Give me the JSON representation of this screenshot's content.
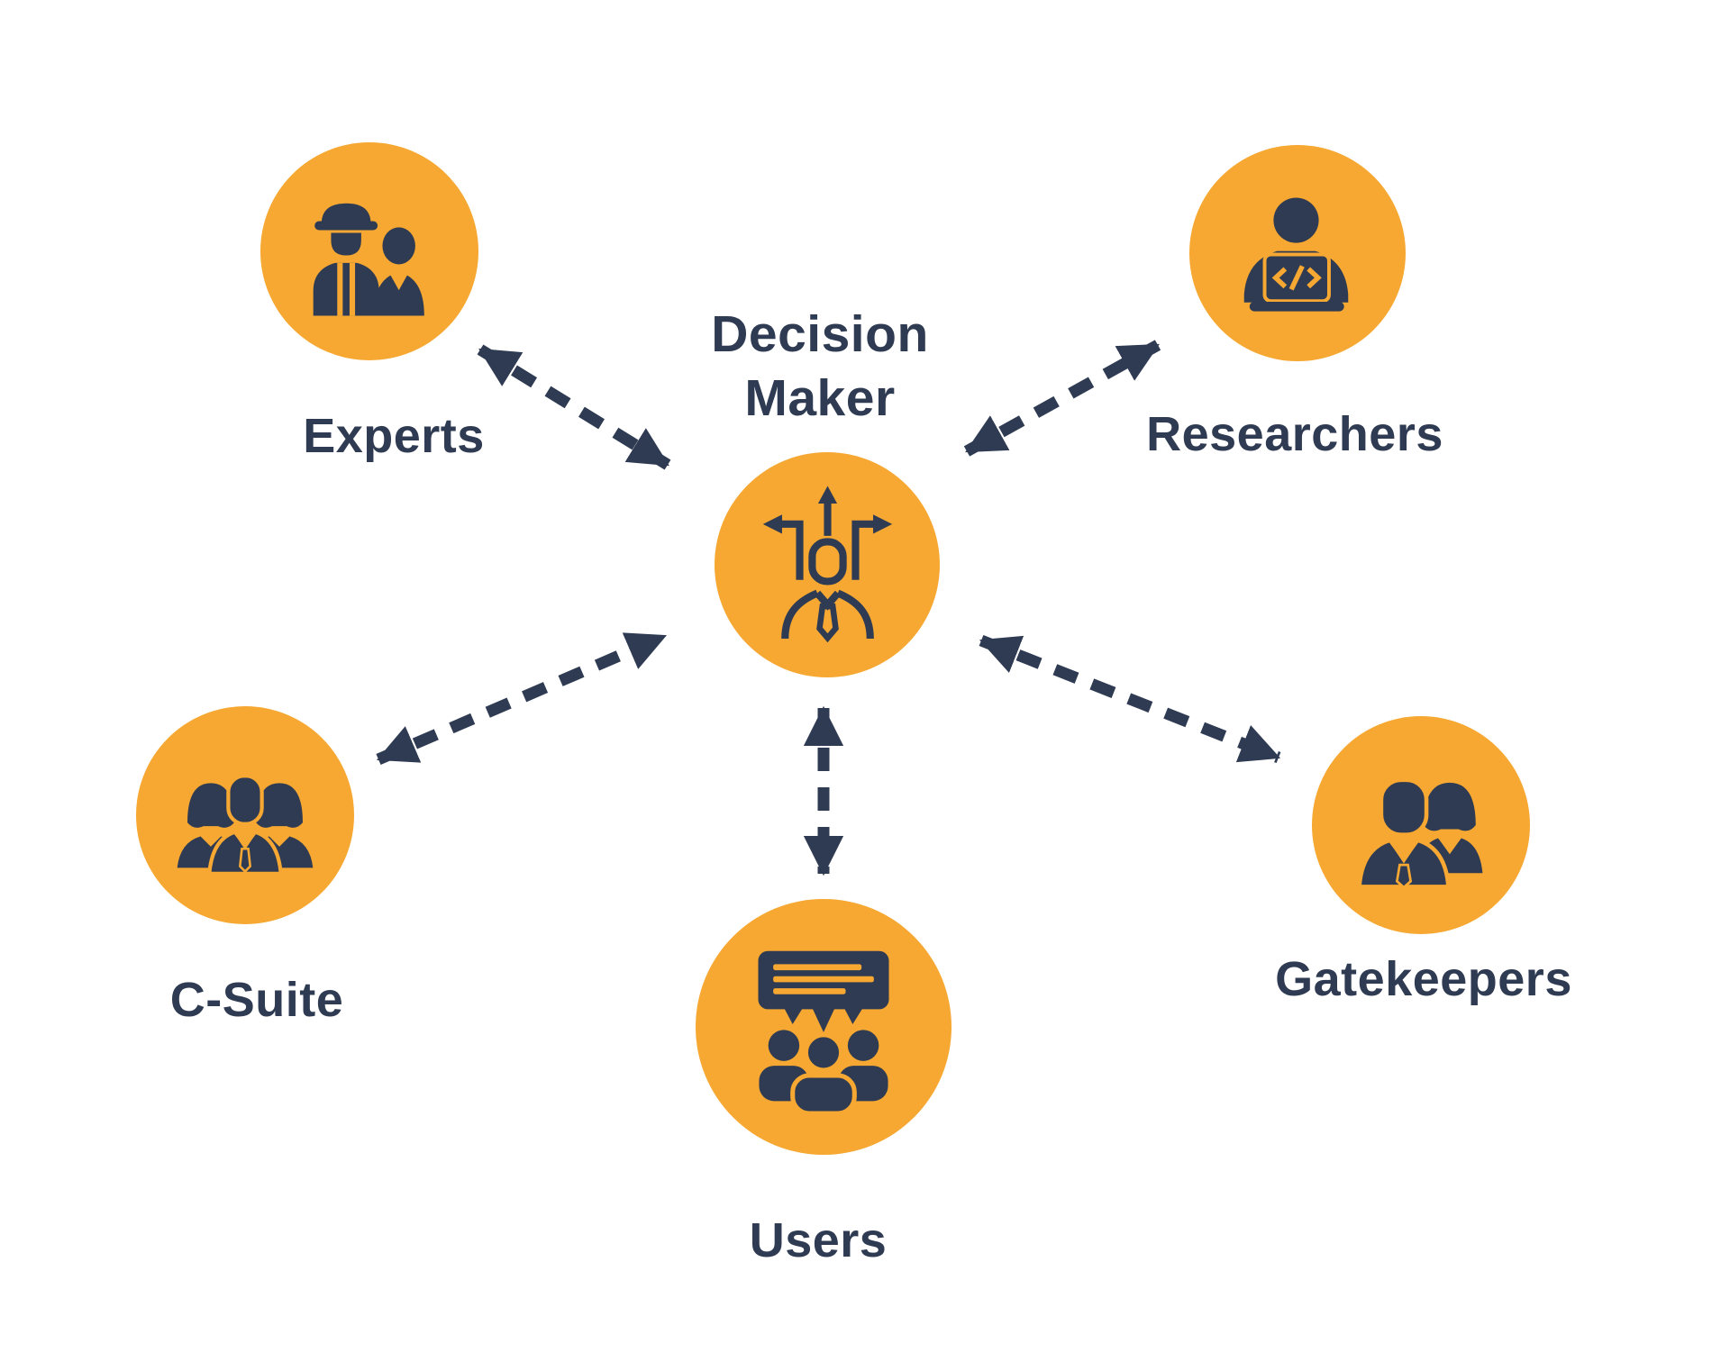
{
  "colors": {
    "accent": "#F6A832",
    "ink": "#2F3B52",
    "background": "#FFFFFF"
  },
  "diagram": {
    "center_node": {
      "id": "decision-maker",
      "label": "Decision Maker",
      "icon": "direction-choice-businessman-icon"
    },
    "nodes": [
      {
        "id": "experts",
        "label": "Experts",
        "icon": "engineer-and-businessman-icon"
      },
      {
        "id": "researchers",
        "label": "Researchers",
        "icon": "researcher-at-laptop-code-icon"
      },
      {
        "id": "c-suite",
        "label": "C-Suite",
        "icon": "executive-team-icon"
      },
      {
        "id": "users",
        "label": "Users",
        "icon": "user-group-speech-bubble-icon"
      },
      {
        "id": "gatekeepers",
        "label": "Gatekeepers",
        "icon": "man-and-woman-pair-icon"
      }
    ],
    "connections": [
      {
        "from": "decision-maker",
        "to": "experts",
        "style": "dashed",
        "direction": "bidirectional"
      },
      {
        "from": "decision-maker",
        "to": "researchers",
        "style": "dashed",
        "direction": "bidirectional"
      },
      {
        "from": "decision-maker",
        "to": "c-suite",
        "style": "dashed",
        "direction": "bidirectional"
      },
      {
        "from": "decision-maker",
        "to": "users",
        "style": "dashed",
        "direction": "bidirectional"
      },
      {
        "from": "decision-maker",
        "to": "gatekeepers",
        "style": "dashed",
        "direction": "bidirectional"
      }
    ]
  }
}
